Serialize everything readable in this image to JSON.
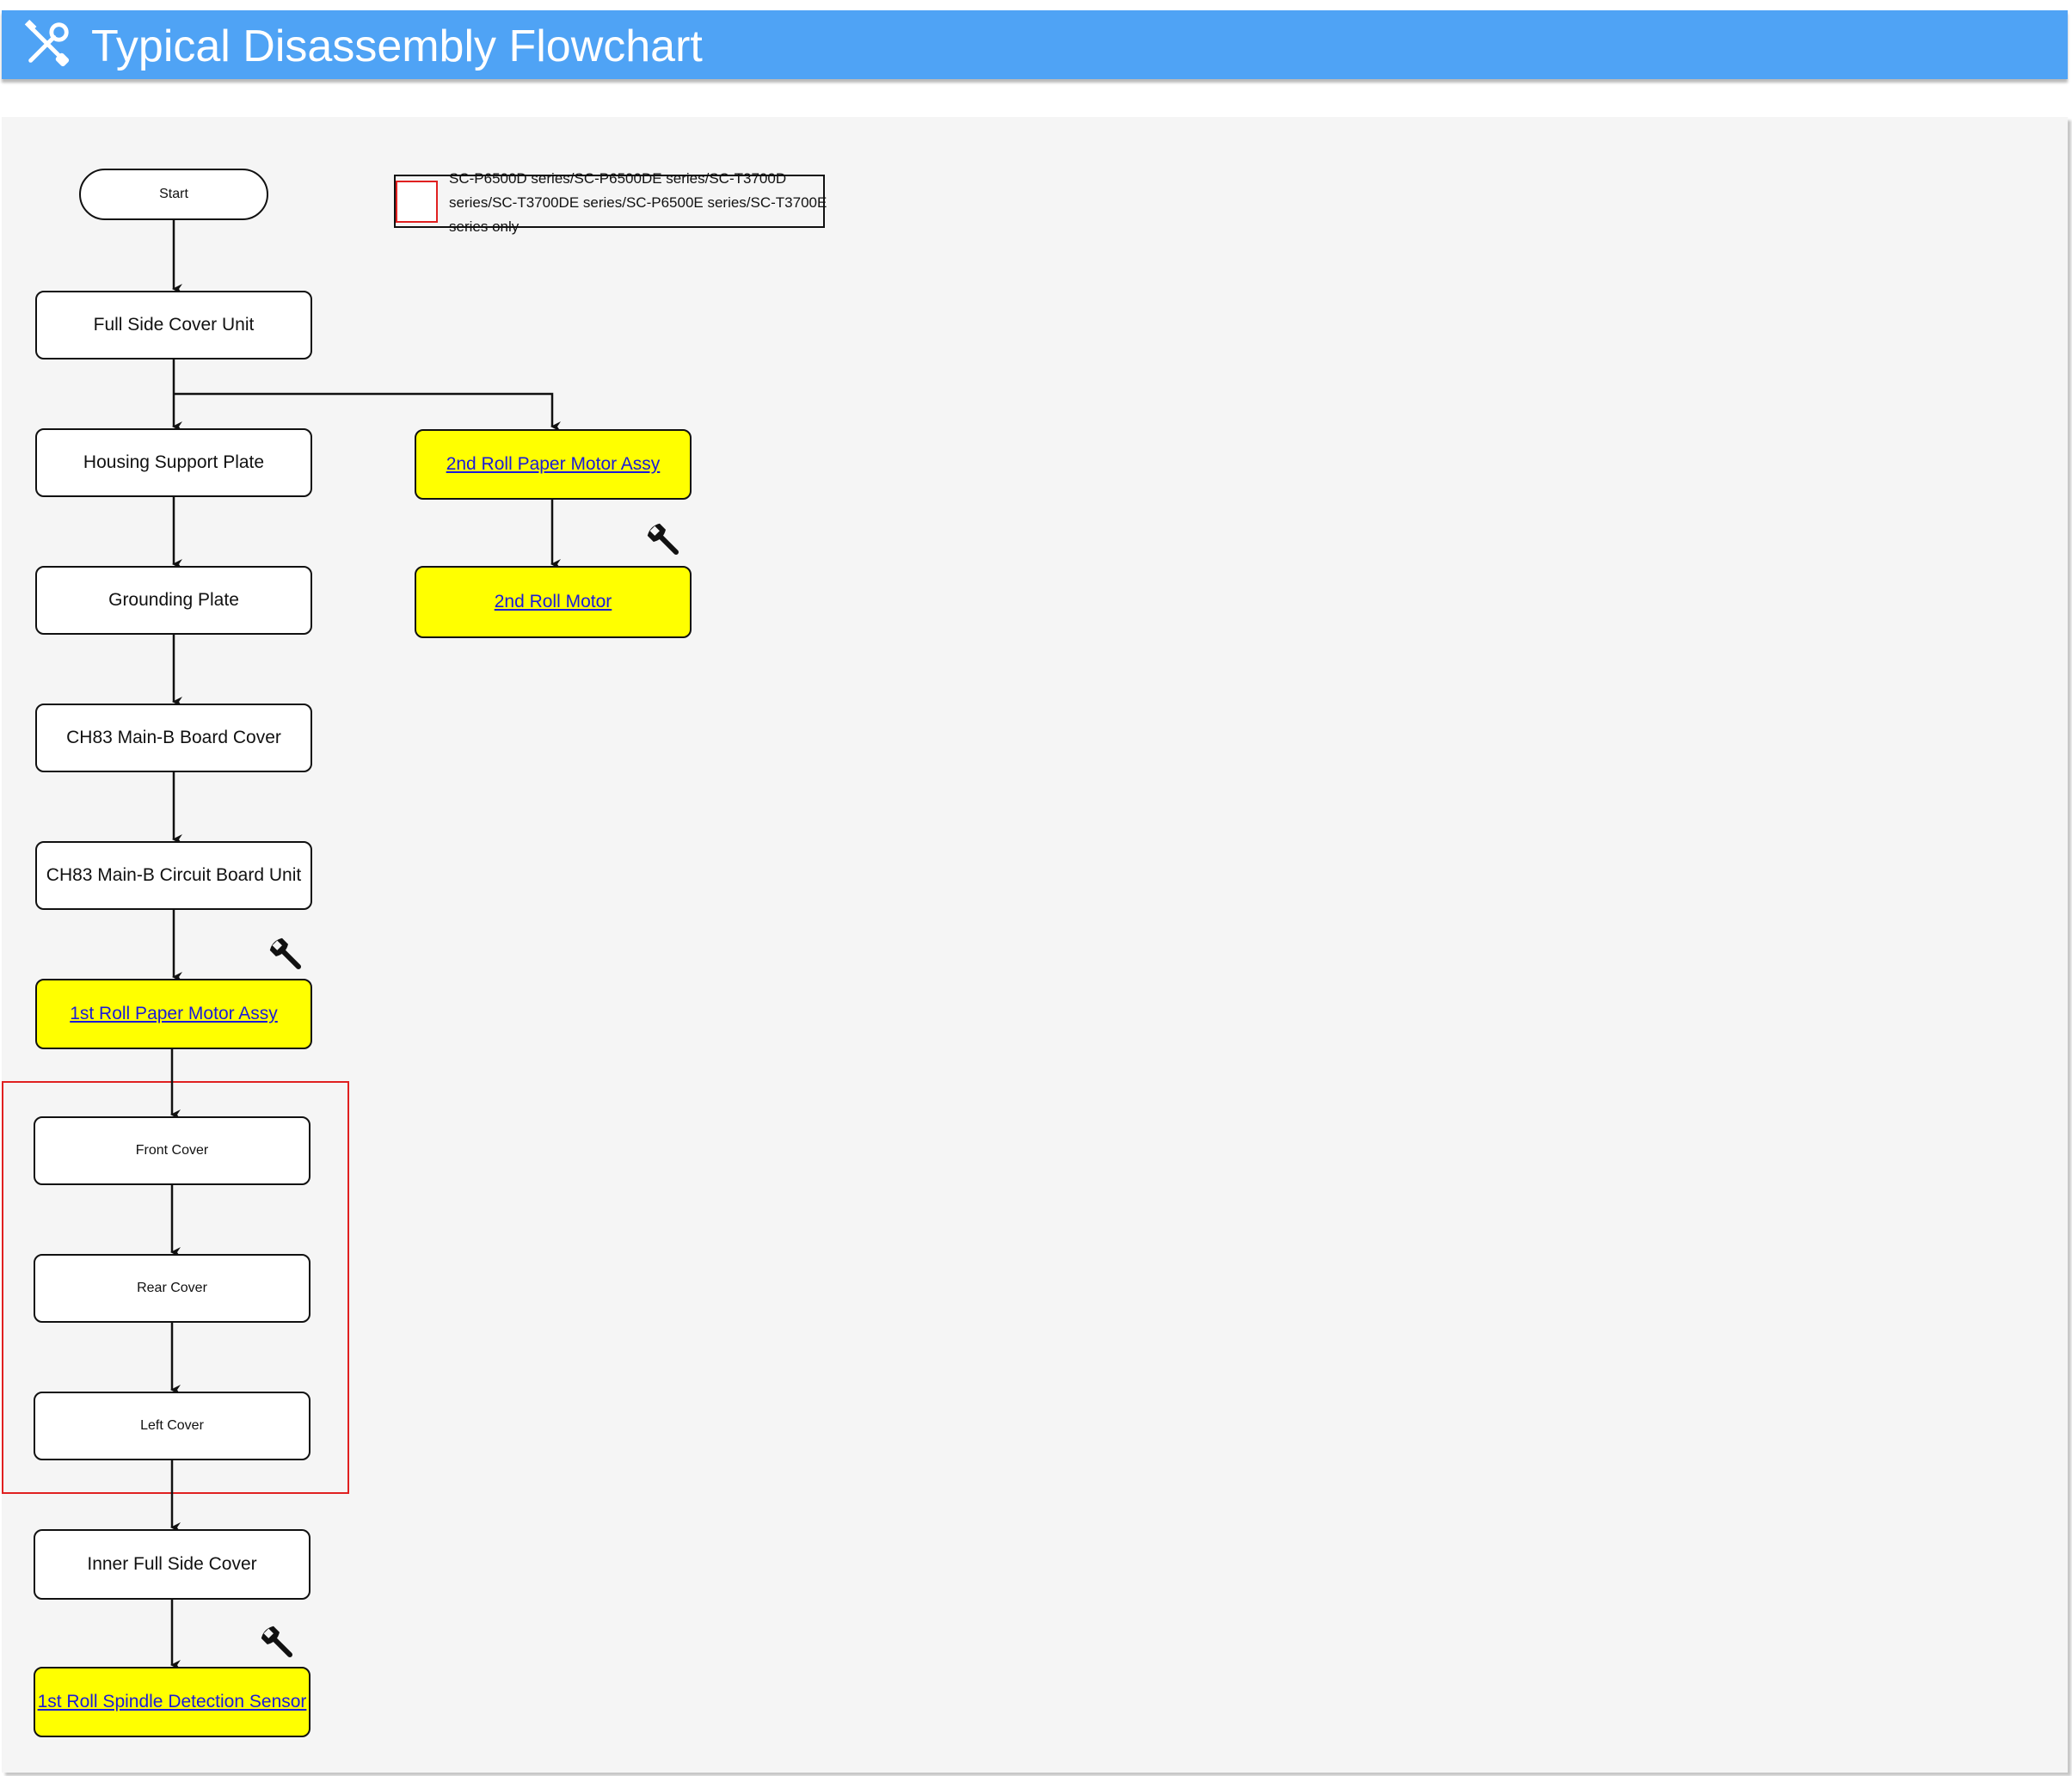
{
  "header": {
    "title": "Typical Disassembly Flowchart",
    "icon": "tools-icon"
  },
  "legend": {
    "text": "SC-P6500D series/SC-P6500DE series/SC-T3700D series/SC-T3700DE series/SC-P6500E series/SC-T3700E series only",
    "swatch_color": "#e02020"
  },
  "colors": {
    "header_bg": "#4fa3f5",
    "highlight": "#ffff00",
    "link": "#1b1bd8",
    "group_border": "#e02020"
  },
  "nodes": {
    "start": "Start",
    "full_side_cover_unit": "Full Side Cover Unit",
    "housing_support_plate": "Housing Support Plate",
    "grounding_plate": "Grounding Plate",
    "ch83_main_b_board_cover": "CH83 Main-B Board Cover",
    "ch83_main_b_circuit_board_unit": "CH83 Main-B Circuit Board Unit",
    "first_roll_paper_motor_assy": "1st Roll Paper Motor Assy",
    "front_cover": "Front Cover",
    "rear_cover": "Rear Cover",
    "left_cover": "Left Cover",
    "inner_full_side_cover": "Inner Full Side Cover",
    "first_roll_spindle_detection_sensor": "1st Roll Spindle Detection Sensor",
    "second_roll_paper_motor_assy": "2nd Roll Paper Motor Assy",
    "second_roll_motor": "2nd Roll Motor"
  },
  "icons": {
    "adjustment_marker": "wrench-icon"
  }
}
